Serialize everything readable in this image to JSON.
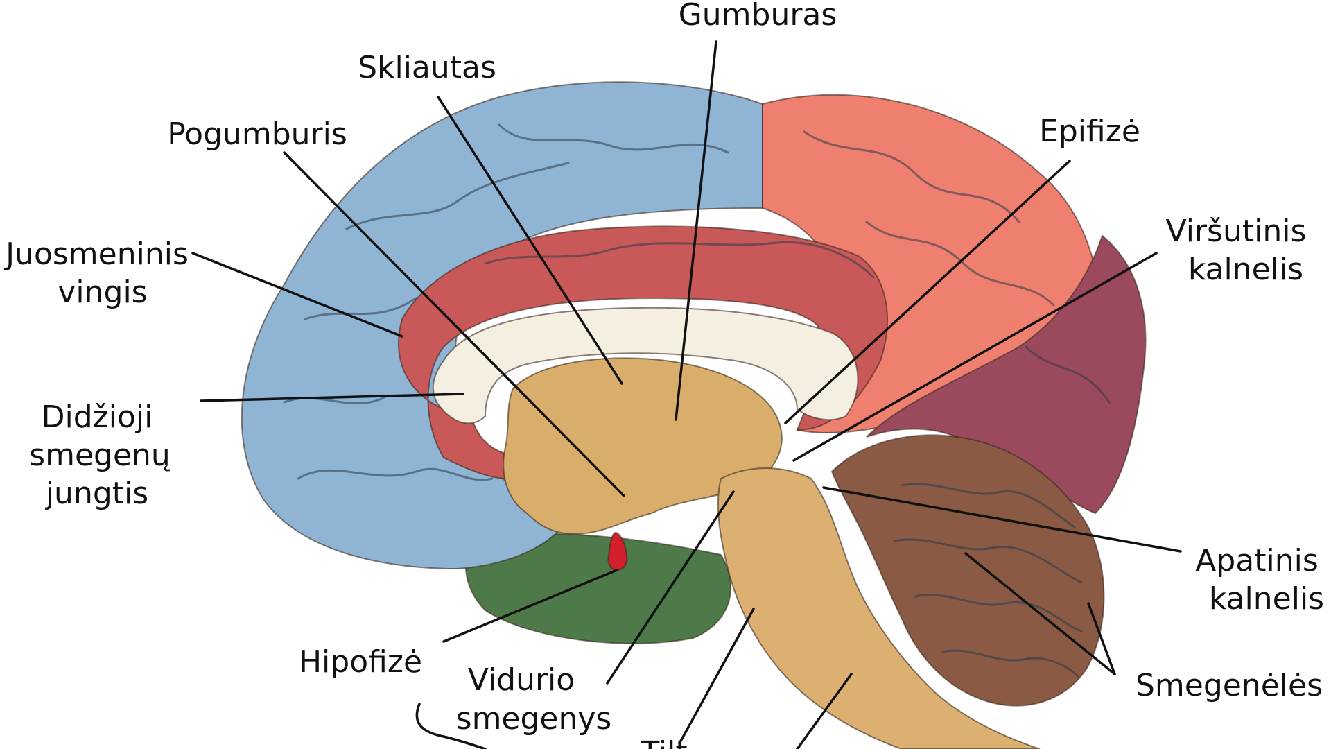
{
  "labels": {
    "gumburas": "Gumburas",
    "skliautas": "Skliautas",
    "pogumburis": "Pogumburis",
    "epifize": "Epifizė",
    "juosmeninis_1": "Juosmeninis",
    "juosmeninis_2": "vingis",
    "virsutinis_1": "Viršutinis",
    "virsutinis_2": "kalnelis",
    "didzioji_1": "Didžioji",
    "didzioji_2": "smegenų",
    "didzioji_3": "jungtis",
    "apatinis_1": "Apatinis",
    "apatinis_2": "kalnelis",
    "hipofize": "Hipofizė",
    "vidurio_1": "Vidurio",
    "vidurio_2": "smegenys",
    "smegeneles": "Smegenėlės",
    "tiltas": "Tilt"
  },
  "colors": {
    "frontal": "#8fb4d4",
    "cingulate": "#c95858",
    "parietal": "#ef7f6f",
    "occipital": "#9b4a5e",
    "callosum": "#f4efe0",
    "diencephalon": "#d9ae6a",
    "brainstem": "#dcb070",
    "cerebellum": "#8a5a45",
    "temporal": "#4d7a48",
    "pituitary": "#d21f2a",
    "text": "#111111"
  }
}
